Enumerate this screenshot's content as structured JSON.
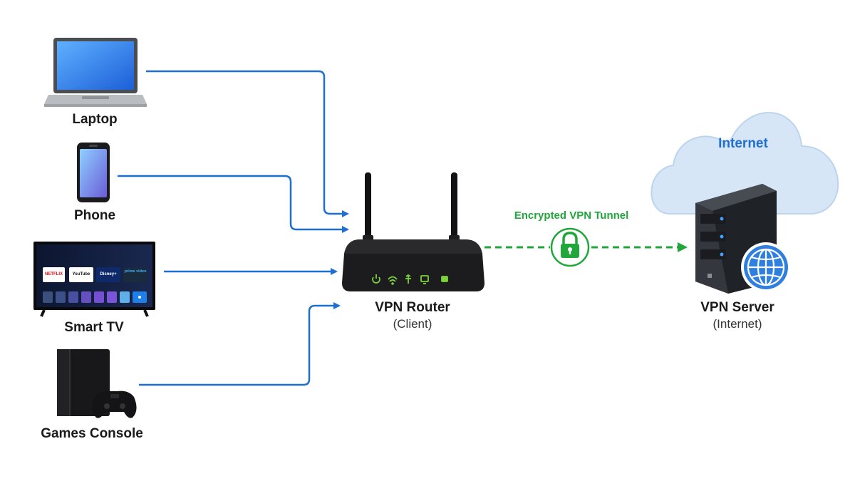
{
  "devices": [
    {
      "id": "laptop",
      "label": "Laptop"
    },
    {
      "id": "phone",
      "label": "Phone"
    },
    {
      "id": "tv",
      "label": "Smart TV"
    },
    {
      "id": "console",
      "label": "Games Console"
    }
  ],
  "tv_apps": [
    "NETFLIX",
    "YouTube",
    "Disney+",
    "prime video"
  ],
  "router": {
    "title": "VPN Router",
    "subtitle": "(Client)"
  },
  "tunnel": {
    "label": "Encrypted VPN Tunnel"
  },
  "server": {
    "title": "VPN Server",
    "subtitle": "(Internet)"
  },
  "cloud": {
    "label": "Internet"
  },
  "colors": {
    "device_link": "#1e6fd1",
    "tunnel": "#1fa73a",
    "cloud": "#d6e6f7",
    "router": "#1c1c1c",
    "globe": "#2f7fe0"
  }
}
